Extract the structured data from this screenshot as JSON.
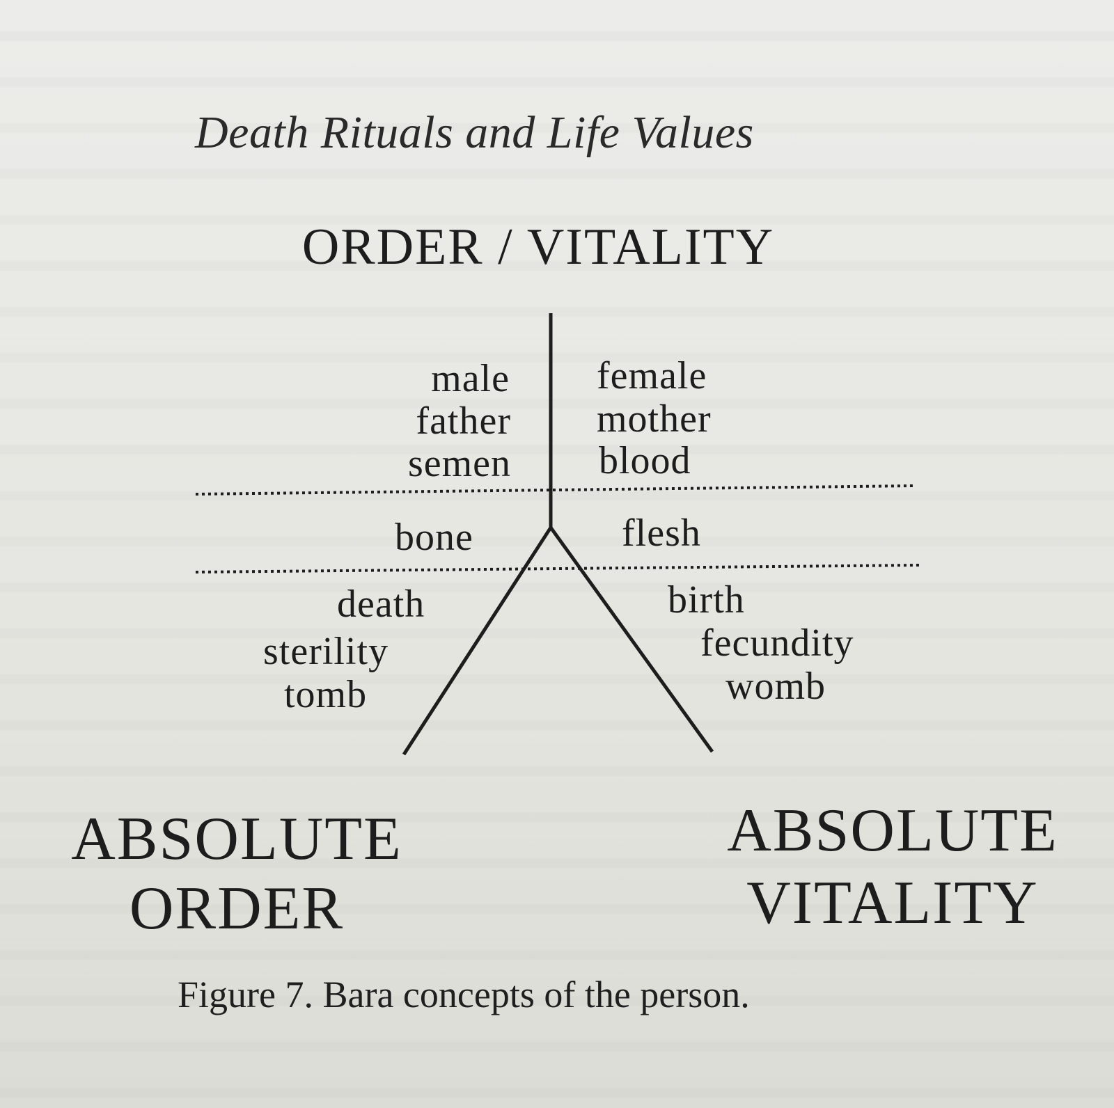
{
  "running_head": "Death Rituals and Life Values",
  "top_title": "ORDER / VITALITY",
  "upper_left_terms": [
    "male",
    "father",
    "semen"
  ],
  "upper_right_terms": [
    "female",
    "mother",
    "blood"
  ],
  "middle_left_term": "bone",
  "middle_right_term": "flesh",
  "lower_left_terms": [
    "death",
    "sterility",
    "tomb"
  ],
  "lower_right_terms": [
    "birth",
    "fecundity",
    "womb"
  ],
  "bottom_left_label": [
    "ABSOLUTE",
    "ORDER"
  ],
  "bottom_right_label": [
    "ABSOLUTE",
    "VITALITY"
  ],
  "caption": "Figure 7. Bara concepts of the person.",
  "colors": {
    "paper": "#e8e8e3",
    "ink": "#1d1d1d"
  }
}
